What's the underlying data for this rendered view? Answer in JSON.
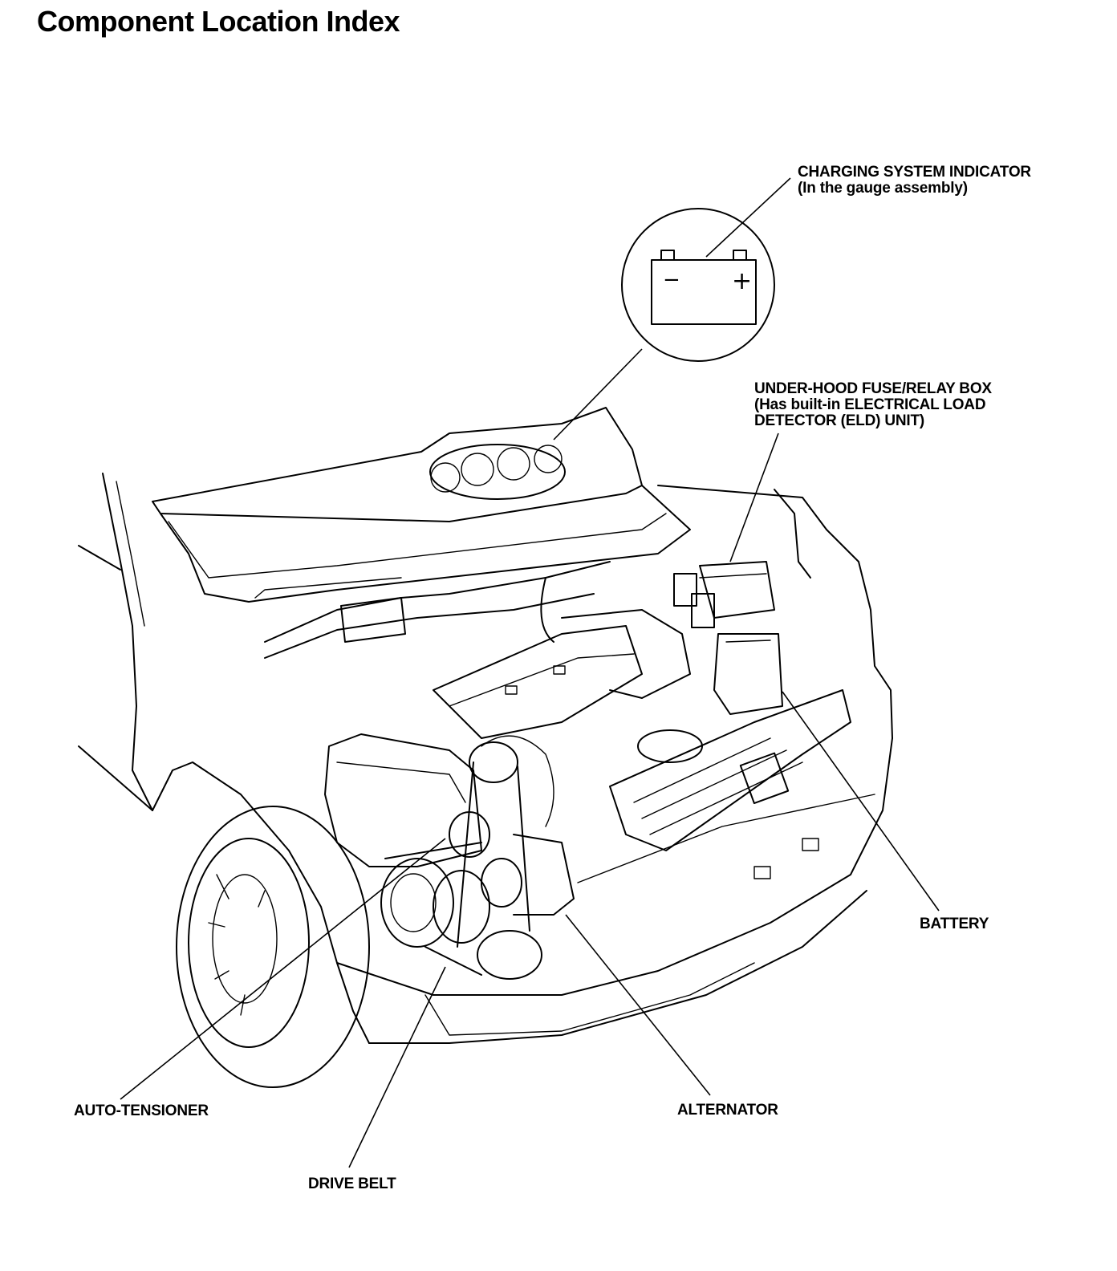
{
  "page": {
    "title": "Component Location Index"
  },
  "callouts": {
    "charging_indicator": {
      "line1": "CHARGING SYSTEM INDICATOR",
      "line2": "(In the gauge assembly)"
    },
    "fuse_box": {
      "line1": "UNDER-HOOD FUSE/RELAY BOX",
      "line2": "(Has built-in ELECTRICAL LOAD",
      "line3": "DETECTOR (ELD) UNIT)"
    },
    "battery": "BATTERY",
    "auto_tensioner": "AUTO-TENSIONER",
    "alternator": "ALTERNATOR",
    "drive_belt": "DRIVE BELT"
  },
  "inset": {
    "minus_symbol": "−",
    "plus_symbol": "+"
  }
}
